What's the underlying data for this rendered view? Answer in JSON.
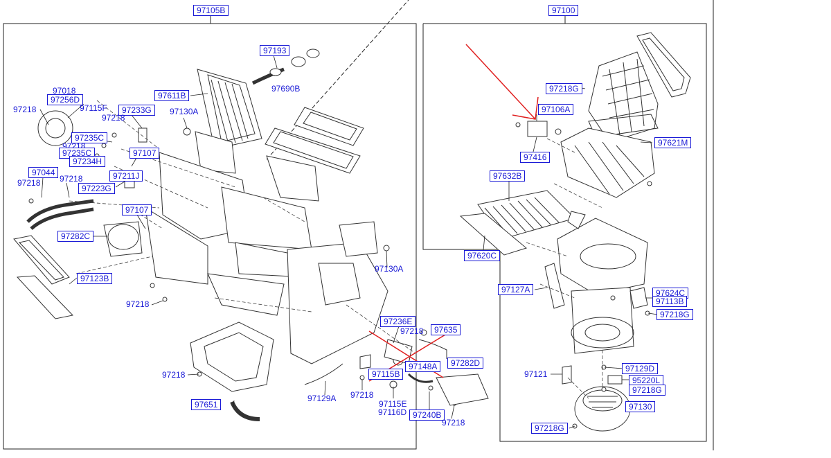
{
  "diagram": {
    "left_group": "97105B",
    "right_group": "97100",
    "accent": "#1a1ad6",
    "annotation_color": "#e02020",
    "left_labels": [
      {
        "t": "97193",
        "box": true
      },
      {
        "t": "97690B",
        "box": false
      },
      {
        "t": "97611B",
        "box": true
      },
      {
        "t": "97018",
        "box": false
      },
      {
        "t": "97256D",
        "box": true
      },
      {
        "t": "97218",
        "box": false
      },
      {
        "t": "97115F",
        "box": false
      },
      {
        "t": "97233G",
        "box": true
      },
      {
        "t": "97130A",
        "box": false
      },
      {
        "t": "97218",
        "box": false
      },
      {
        "t": "97235C",
        "box": true
      },
      {
        "t": "97218",
        "box": false
      },
      {
        "t": "97235C",
        "box": true
      },
      {
        "t": "97107",
        "box": true
      },
      {
        "t": "97234H",
        "box": true
      },
      {
        "t": "97044",
        "box": true
      },
      {
        "t": "97211J",
        "box": true
      },
      {
        "t": "97218",
        "box": false
      },
      {
        "t": "97218",
        "box": false
      },
      {
        "t": "97223G",
        "box": true
      },
      {
        "t": "97107",
        "box": true
      },
      {
        "t": "97282C",
        "box": true
      },
      {
        "t": "97123B",
        "box": true
      },
      {
        "t": "97130A",
        "box": false
      },
      {
        "t": "97218",
        "box": false
      },
      {
        "t": "97236E",
        "box": true
      },
      {
        "t": "97635",
        "box": true
      },
      {
        "t": "97218",
        "box": false
      },
      {
        "t": "97115B",
        "box": true
      },
      {
        "t": "97148A",
        "box": true
      },
      {
        "t": "97282D",
        "box": true
      },
      {
        "t": "97218",
        "box": false
      },
      {
        "t": "97129A",
        "box": false
      },
      {
        "t": "97218",
        "box": false
      },
      {
        "t": "97115E",
        "box": false
      },
      {
        "t": "97116D",
        "box": false
      },
      {
        "t": "97240B",
        "box": true
      },
      {
        "t": "97218",
        "box": false
      },
      {
        "t": "97651",
        "box": true
      }
    ],
    "right_labels": [
      {
        "t": "97218G",
        "box": true
      },
      {
        "t": "97106A",
        "box": true
      },
      {
        "t": "97621M",
        "box": true
      },
      {
        "t": "97416",
        "box": true
      },
      {
        "t": "97632B",
        "box": true
      },
      {
        "t": "97620C",
        "box": true
      },
      {
        "t": "97127A",
        "box": true
      },
      {
        "t": "97624C",
        "box": true
      },
      {
        "t": "97113B",
        "box": true
      },
      {
        "t": "97218G",
        "box": true
      },
      {
        "t": "97129D",
        "box": true
      },
      {
        "t": "97121",
        "box": false
      },
      {
        "t": "95220L",
        "box": true
      },
      {
        "t": "97218G",
        "box": true
      },
      {
        "t": "97130",
        "box": true
      },
      {
        "t": "97218G",
        "box": true
      }
    ]
  }
}
